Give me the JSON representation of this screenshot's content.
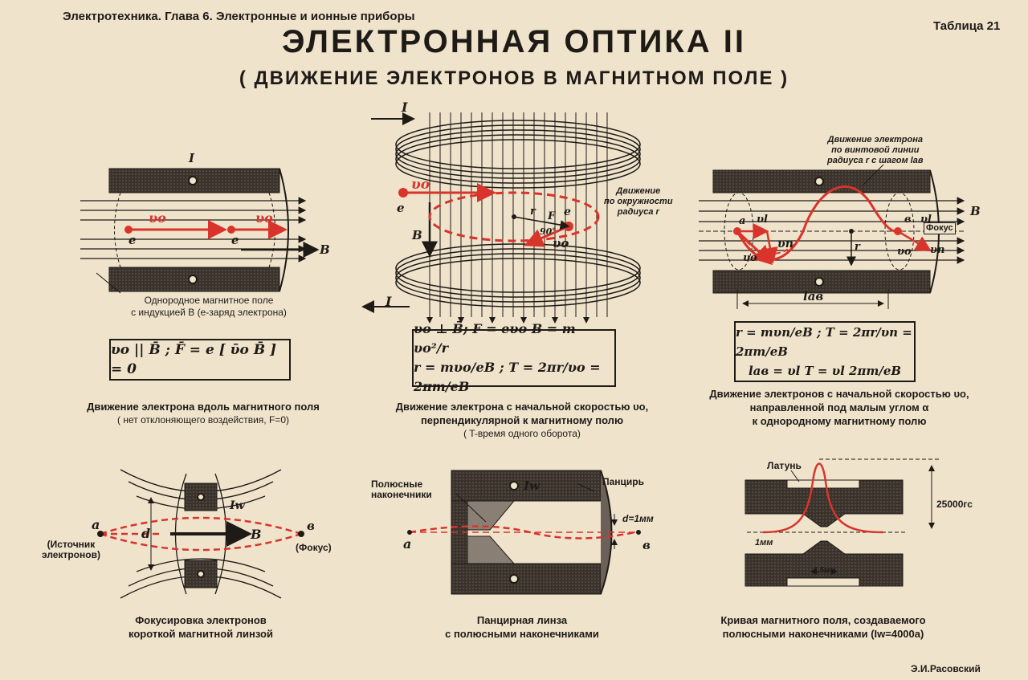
{
  "header": {
    "book": "Электротехника.  Глава 6. Электронные и ионные приборы",
    "table": "Таблица 21",
    "title": "ЭЛЕКТРОННАЯ  ОПТИКА  II",
    "subtitle": "( ДВИЖЕНИЕ   ЭЛЕКТРОНОВ   В   МАГНИТНОМ   ПОЛЕ )"
  },
  "colors": {
    "accent": "#d9342b",
    "ink": "#1e1a16",
    "paper": "#efe3cc"
  },
  "panel1": {
    "label_I": "I",
    "label_v1": "υo",
    "label_v2": "υo",
    "label_e1": "e",
    "label_e2": "e",
    "label_B": "B",
    "note_line1": "Однородное магнитное поле",
    "note_line2": "с индукцией B (e-заряд электрона)",
    "formula": "υo || B̄ ; F̄ = e [ ῡo B̄ ] = 0",
    "caption_line1": "Движение электрона вдоль магнитного поля",
    "caption_line2": "( нет отклоняющего воздействия, F=0)"
  },
  "panel2": {
    "label_I_top": "I",
    "label_I_bottom": "I",
    "label_v": "υo",
    "label_e1": "e",
    "label_e2": "e",
    "label_B": "B",
    "label_r": "r",
    "label_F": "F",
    "label_angle": "90°",
    "label_v2": "υo",
    "note_line1": "Движение",
    "note_line2": "по окружности",
    "note_line3": "радиуса r",
    "formula_line1": "υo ⊥ B̄; F = eυo B = m υo²/r",
    "formula_line2": "r = mυo/eB ; T = 2πr/υo = 2πm/eB",
    "caption_line1": "Движение электрона с начальной скоростью υo,",
    "caption_line2": "перпендикулярной к магнитному полю",
    "caption_line3": "( T-время одного оборота)"
  },
  "panel3": {
    "note_line1": "Движение электрона",
    "note_line2": "по винтовой линии",
    "note_line3": "радиуса r с шагом lав",
    "label_a": "а",
    "label_vl1": "υl",
    "label_vn": "υn",
    "label_vo1": "υo",
    "label_r": "r",
    "label_b": "в",
    "label_vl2": "υl",
    "label_focus": "Фокус",
    "label_vo2": "υo",
    "label_vn2": "υn",
    "label_B": "B",
    "label_lab": "lав",
    "formula_line1": "r = mυn/eB ; T = 2πr/υn = 2πm/eB",
    "formula_line2": "lав = υl T = υl 2πm/eB",
    "caption_line1": "Движение электронов с начальной скоростью υo,",
    "caption_line2": "направленной под малым углом α",
    "caption_line3": "к однородному магнитному полю"
  },
  "panel4": {
    "label_a": "a",
    "label_source1": "(Источник",
    "label_source2": "электронов)",
    "label_d": "d",
    "label_Iw": "Iw",
    "label_B": "B",
    "label_b": "в",
    "label_focus": "(Фокус)",
    "caption_line1": "Фокусировка электронов",
    "caption_line2": "короткой магнитной линзой"
  },
  "panel5": {
    "label_pole1": "Полюсные",
    "label_pole2": "наконечники",
    "label_Iw": "Iw",
    "label_armor": "Панцирь",
    "label_d": "d=1мм",
    "label_a": "a",
    "label_b": "в",
    "caption_line1": "Панцирная линза",
    "caption_line2": "с полюсными наконечниками"
  },
  "panel6": {
    "label_brass": "Латунь",
    "label_field": "25000гс",
    "label_1mm": "1мм",
    "label_45mm": "4.5мм",
    "caption_line1": "Кривая магнитного поля, создаваемого",
    "caption_line2": "полюсными наконечниками (Iw=4000а)"
  },
  "footer": {
    "author": "Э.И.Расовский"
  }
}
